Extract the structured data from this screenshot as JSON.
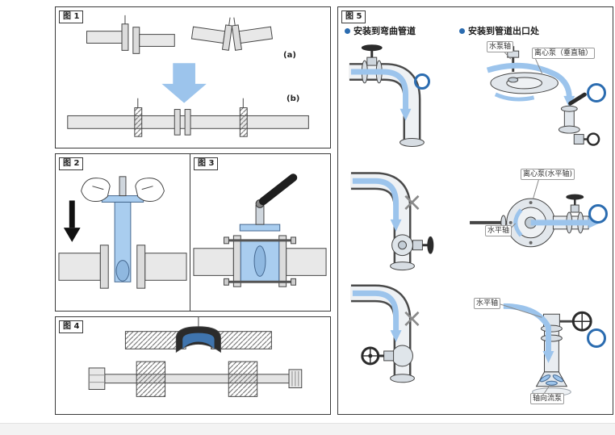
{
  "colors": {
    "accent_blue": "#2b6cb0",
    "flow_blue": "#9cc4ec",
    "valve_blue": "#a9cdef"
  },
  "fig1": {
    "label": "图 1",
    "sub_a": "(a)",
    "sub_b": "(b)"
  },
  "fig2": {
    "label": "图 2"
  },
  "fig3": {
    "label": "图 3"
  },
  "fig4": {
    "label": "图 4"
  },
  "fig5": {
    "label": "图 5",
    "headers": [
      {
        "text": "安装到弯曲管道"
      },
      {
        "text": "安装到管道出口处"
      }
    ],
    "tags": {
      "pump_shaft": "水泵轴",
      "centrifugal_vertical": "离心泵（垂直轴）",
      "centrifugal_horizontal": "离心泵(水平轴)",
      "horizontal_shaft_2": "水平轴",
      "horizontal_shaft_3": "水平轴",
      "axial_pump": "轴向流泵"
    },
    "marks": {
      "ok_icon": "circle-outline",
      "ng": "×"
    }
  }
}
